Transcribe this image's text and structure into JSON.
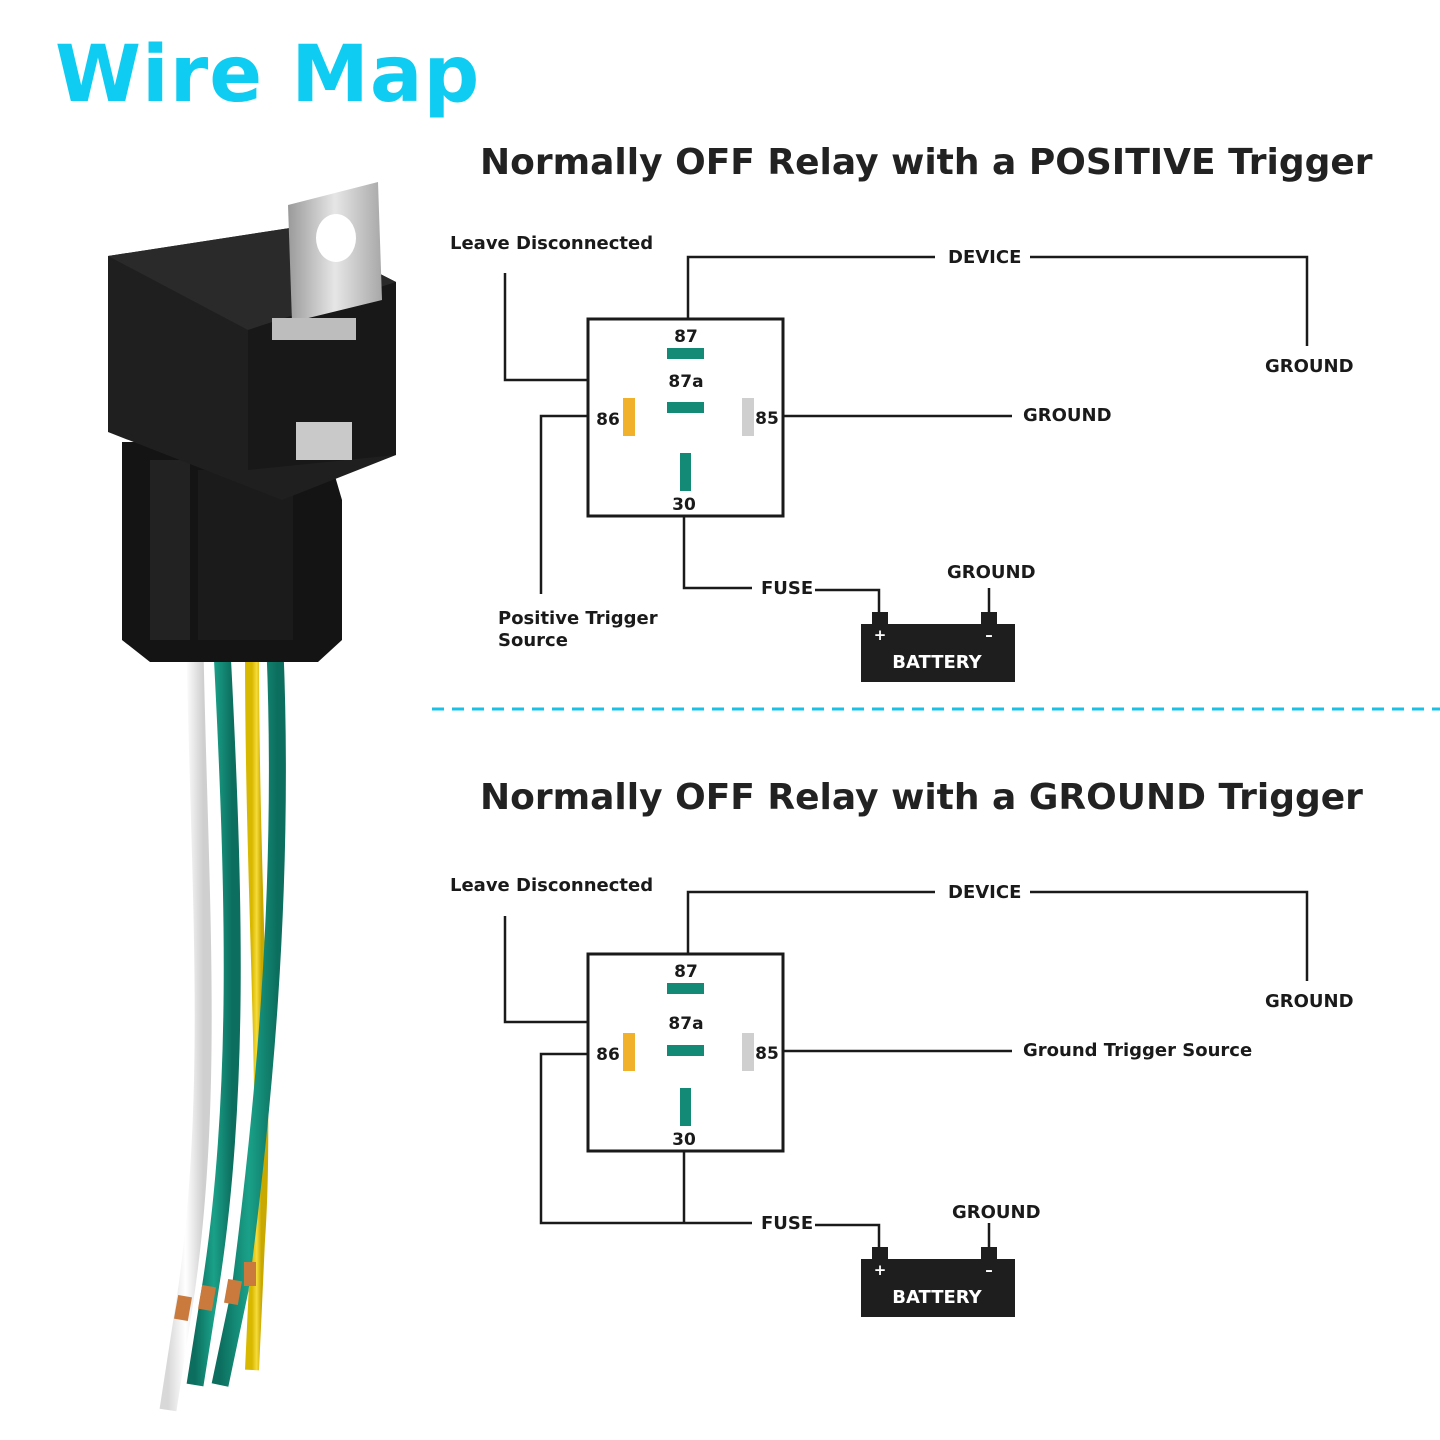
{
  "page": {
    "title": "Wire Map"
  },
  "colors": {
    "title": "#0fcdf2",
    "contact_green": "#138a76",
    "pin86_amber": "#f2b12a",
    "pin85_grey": "#cfcfcf",
    "divider": "#18c2e6",
    "battery": "#1e1e1e"
  },
  "diagrams": [
    {
      "title": "Normally OFF Relay with a POSITIVE Trigger",
      "pins": {
        "p87": "87",
        "p87a": "87a",
        "p86": "86",
        "p85": "85",
        "p30": "30"
      },
      "labels": {
        "leave": "Leave Disconnected",
        "device": "DEVICE",
        "ground_device": "GROUND",
        "right85": "GROUND",
        "trigger_line1": "Positive Trigger",
        "trigger_line2": "Source",
        "fuse": "FUSE",
        "ground_battery": "GROUND",
        "battery": "BATTERY",
        "plus": "+",
        "minus": "–"
      }
    },
    {
      "title": "Normally OFF Relay with a GROUND Trigger",
      "pins": {
        "p87": "87",
        "p87a": "87a",
        "p86": "86",
        "p85": "85",
        "p30": "30"
      },
      "labels": {
        "leave": "Leave Disconnected",
        "device": "DEVICE",
        "ground_device": "GROUND",
        "right85": "Ground Trigger Source",
        "fuse": "FUSE",
        "ground_battery": "GROUND",
        "battery": "BATTERY",
        "plus": "+",
        "minus": "–"
      }
    }
  ]
}
